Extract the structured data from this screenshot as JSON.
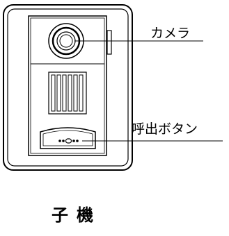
{
  "labels": {
    "camera": "カメラ",
    "call_button": "呼出ボタン"
  },
  "caption": "子機",
  "colors": {
    "line": "#000000",
    "background": "#ffffff",
    "button_text_area": "#111111"
  },
  "icons": {
    "button_marking": "speaker-mic-icon",
    "lens": "camera-lens-icon"
  }
}
